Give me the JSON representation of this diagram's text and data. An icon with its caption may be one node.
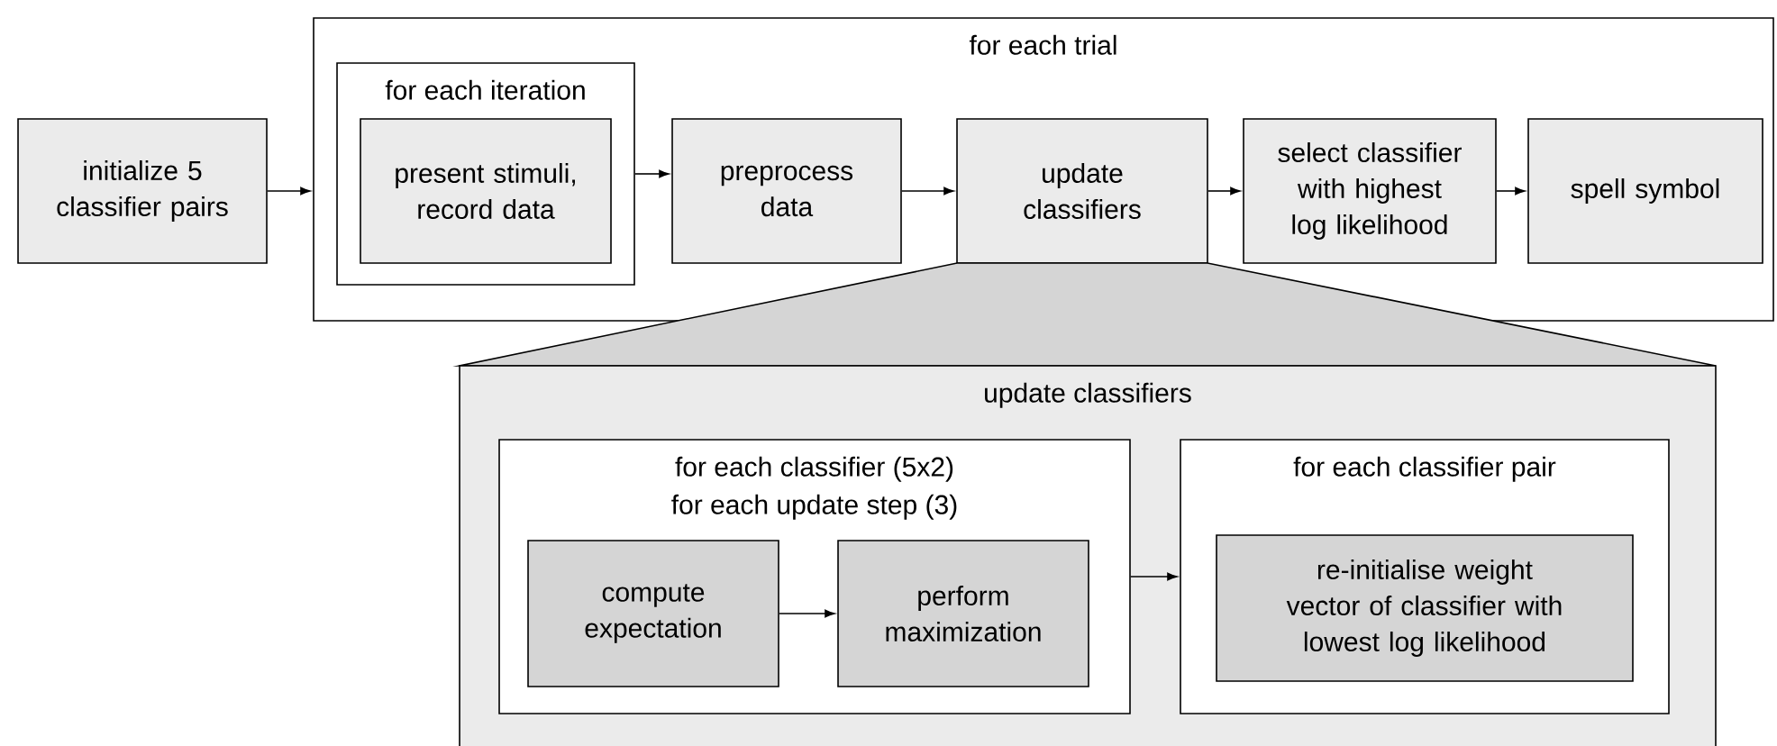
{
  "diagram": {
    "nodes": [
      {
        "text": [
          "initialize 5 classifier pairs"
        ]
      },
      {
        "text": [
          "for each trial"
        ]
      },
      {
        "text": [
          "for each iteration"
        ],
        "in": 1
      },
      {
        "text": [
          "present stimuli, record data"
        ],
        "in": 2
      },
      {
        "text": [
          "preprocess data"
        ],
        "in": 1
      },
      {
        "text": [
          "update classifiers"
        ],
        "in": 1
      },
      {
        "text": [
          "select classifier with highest log likelihood"
        ],
        "in": 1
      },
      {
        "text": [
          "spell symbol"
        ],
        "in": 1
      },
      {
        "text": [
          "update classifiers"
        ]
      },
      {
        "text": [
          "for each classifier (5x2)",
          "for each update step (3)"
        ],
        "in": 8
      },
      {
        "text": [
          "compute expectation"
        ],
        "in": 9
      },
      {
        "text": [
          "perform maximization"
        ],
        "in": 9
      },
      {
        "text": [
          "for each classifier pair"
        ],
        "in": 8
      },
      {
        "text": [
          "re-initialise weight vector of classifier with lowest log likelihood"
        ],
        "in": 12
      }
    ],
    "edges": [
      {
        "from": 0,
        "to": 1,
        "arrow": "to"
      },
      {
        "from": 2,
        "to": 4,
        "arrow": "to"
      },
      {
        "from": 4,
        "to": 5,
        "arrow": "to"
      },
      {
        "from": 5,
        "to": 6,
        "arrow": "to"
      },
      {
        "from": 6,
        "to": 7,
        "arrow": "to"
      },
      {
        "from": 10,
        "to": 11,
        "arrow": "to"
      },
      {
        "from": 9,
        "to": 12,
        "arrow": "to"
      }
    ]
  }
}
